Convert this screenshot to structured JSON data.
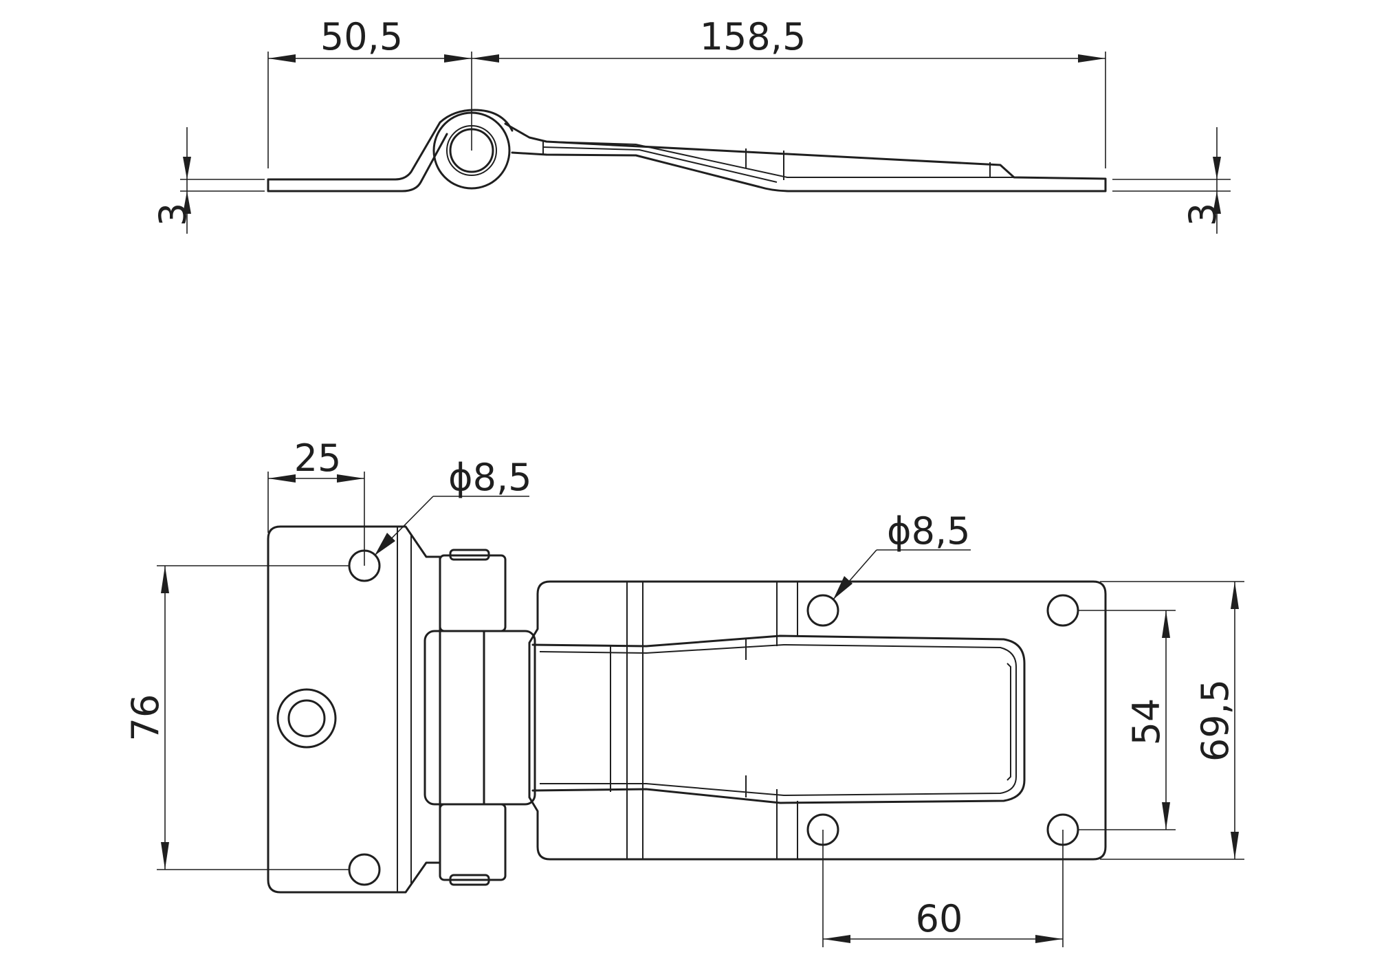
{
  "drawing": {
    "top_view": {
      "dim_left_length": "50,5",
      "dim_right_length": "158,5",
      "dim_left_thickness": "3",
      "dim_right_thickness": "3"
    },
    "plan_view": {
      "dim_hole_offset": "25",
      "dim_left_hole_diameter": "ϕ8,5",
      "dim_right_hole_diameter": "ϕ8,5",
      "dim_left_hole_spacing": "76",
      "dim_right_hole_spacing_vertical": "54",
      "dim_right_plate_height": "69,5",
      "dim_right_hole_spacing_horizontal": "60"
    }
  }
}
